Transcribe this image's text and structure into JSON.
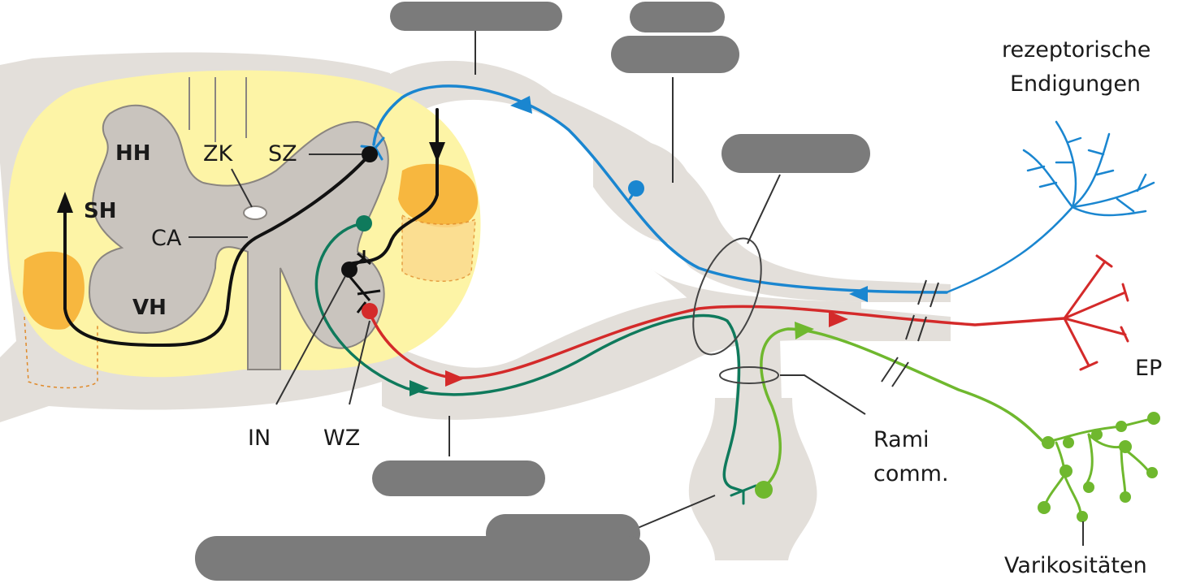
{
  "labels": {
    "hh": "HH",
    "sh": "SH",
    "vh": "VH",
    "zk": "ZK",
    "sz": "SZ",
    "ca": "CA",
    "in": "IN",
    "wz": "WZ",
    "rezeptorische_line1": "rezeptorische",
    "rezeptorische_line2": "Endigungen",
    "ep": "EP",
    "rami_line1": "Rami",
    "rami_line2": "comm.",
    "varikositaeten": "Varikositäten"
  },
  "colors": {
    "white_matter": "#fdf4a6",
    "grey_matter": "#c9c4be",
    "nerve": "#e3dfda",
    "afferent_blue": "#1a86d0",
    "motor_red": "#d42a2a",
    "preganglionic_dark_green": "#0f7a5c",
    "postganglionic_green": "#6fb82e",
    "tract_orange": "#f7b73f",
    "redaction": "#7b7b7b"
  }
}
